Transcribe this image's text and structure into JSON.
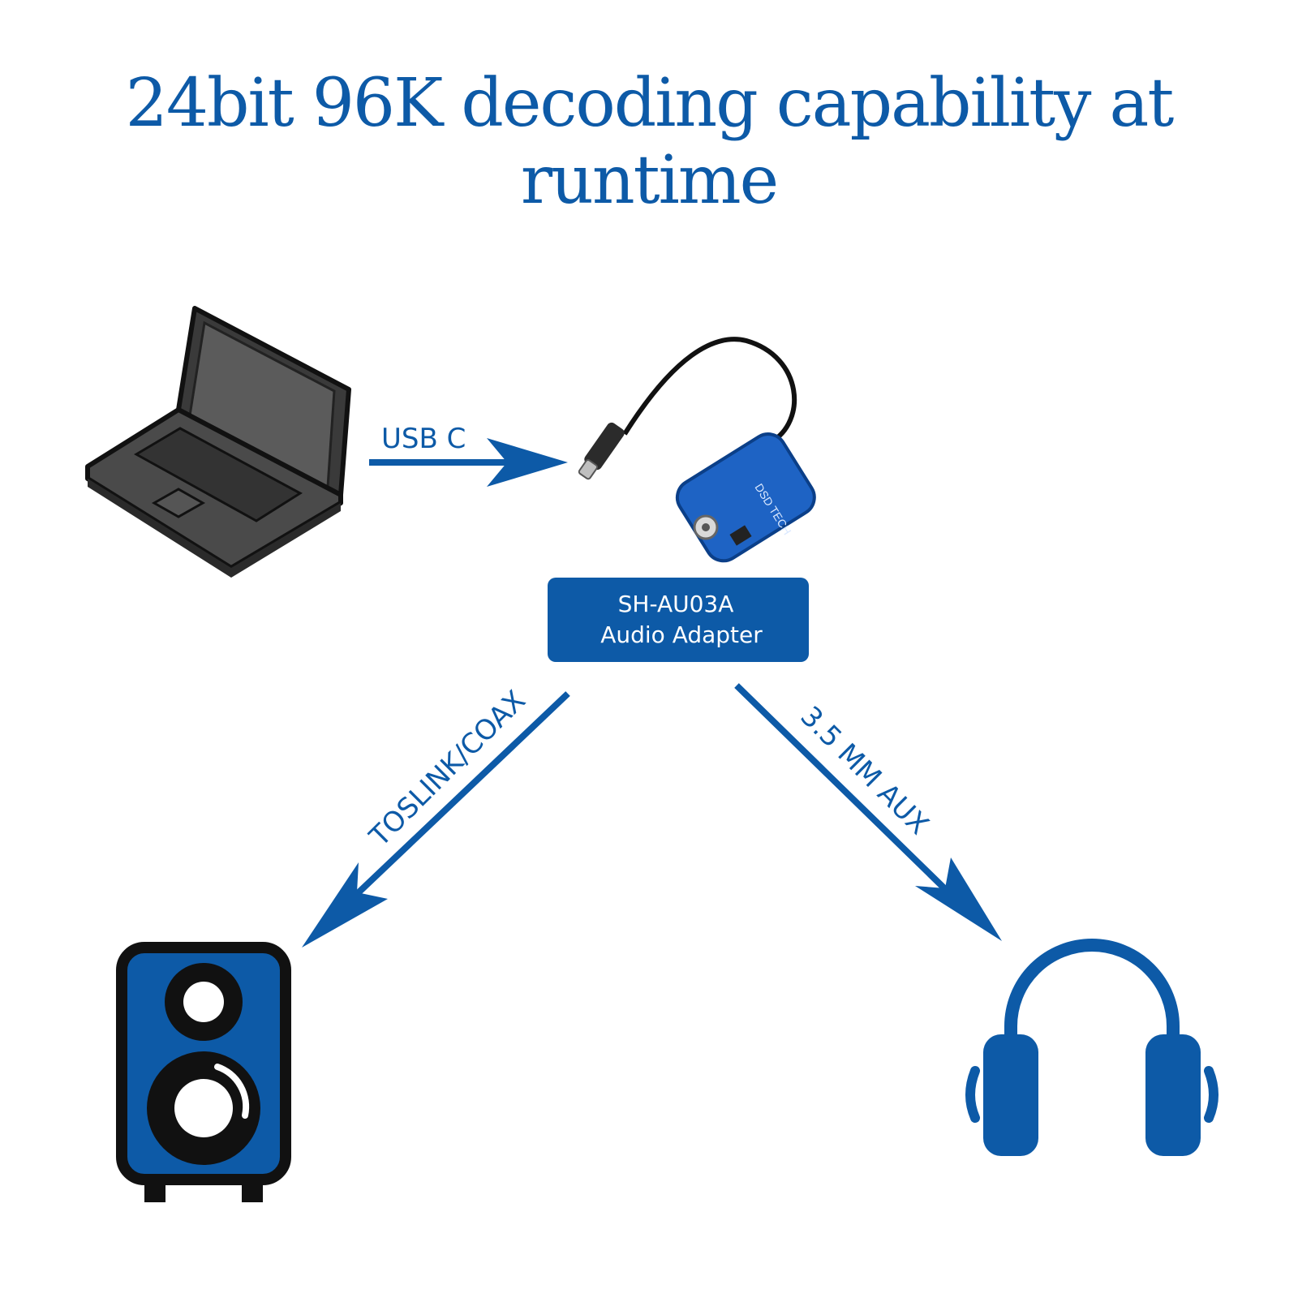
{
  "title": "24bit 96K decoding capability at runtime",
  "colors": {
    "accent": "#0d5aa7",
    "dark": "#1a1a1a",
    "laptop": "#4a4a4a"
  },
  "connections": {
    "usb": "USB C",
    "toslink": "TOSLINK/COAX",
    "aux": "3.5 MM AUX"
  },
  "adapter": {
    "model": "SH-AU03A",
    "name": "Audio Adapter",
    "brand": "DSD TECH"
  },
  "icons": [
    "laptop-icon",
    "usb-c-adapter-icon",
    "speaker-icon",
    "headphones-icon"
  ]
}
